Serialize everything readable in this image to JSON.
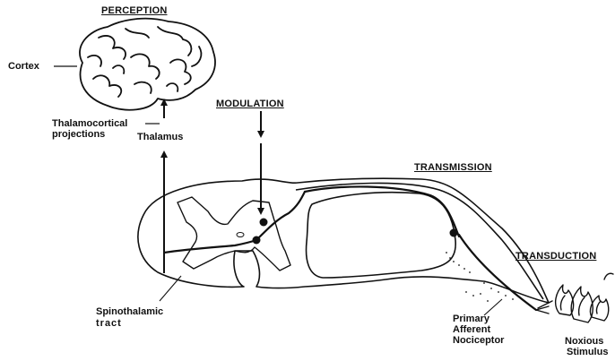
{
  "labels": {
    "perception": "PERCEPTION",
    "cortex": "Cortex",
    "thalamocortical": "Thalamocortical",
    "projections": "projections",
    "thalamus": "Thalamus",
    "modulation": "MODULATION",
    "transmission": "TRANSMISSION",
    "transduction": "TRANSDUCTION",
    "spinothalamic": "Spinothalamic",
    "tract": "tract",
    "primary": "Primary",
    "afferent": "Afferent",
    "nociceptor": "Nociceptor",
    "noxious": "Noxious",
    "stimulus": "Stimulus"
  },
  "icons": {
    "brain": "brain-icon",
    "flame": "flame-icon"
  },
  "colors": {
    "ink": "#111111",
    "background": "#ffffff"
  }
}
